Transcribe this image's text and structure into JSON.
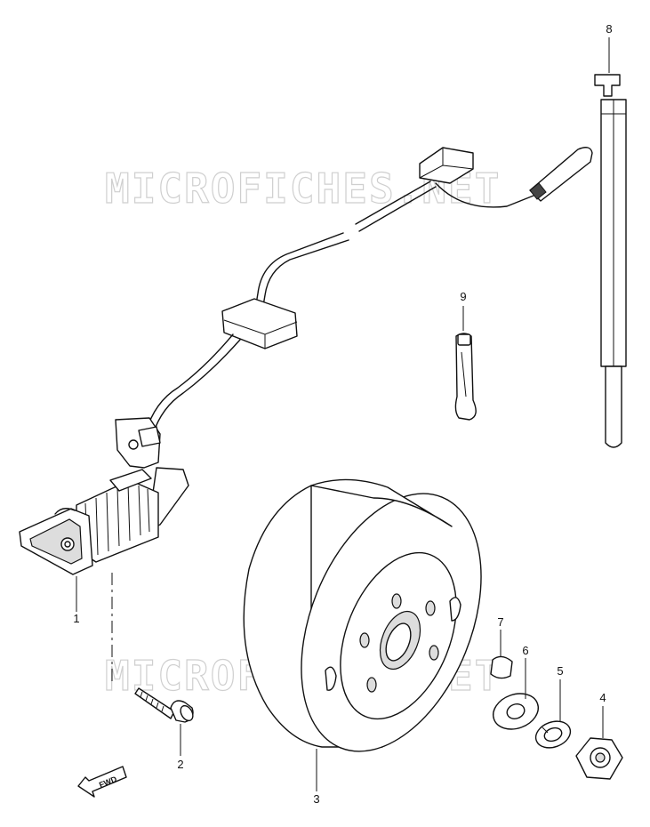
{
  "watermark": "MICROFICHES.NET",
  "fwd_label": "FWD",
  "callouts": [
    {
      "id": "1",
      "label": "1"
    },
    {
      "id": "2",
      "label": "2"
    },
    {
      "id": "3",
      "label": "3"
    },
    {
      "id": "4",
      "label": "4"
    },
    {
      "id": "5",
      "label": "5"
    },
    {
      "id": "6",
      "label": "6"
    },
    {
      "id": "7",
      "label": "7"
    },
    {
      "id": "8",
      "label": "8"
    },
    {
      "id": "9",
      "label": "9"
    }
  ]
}
